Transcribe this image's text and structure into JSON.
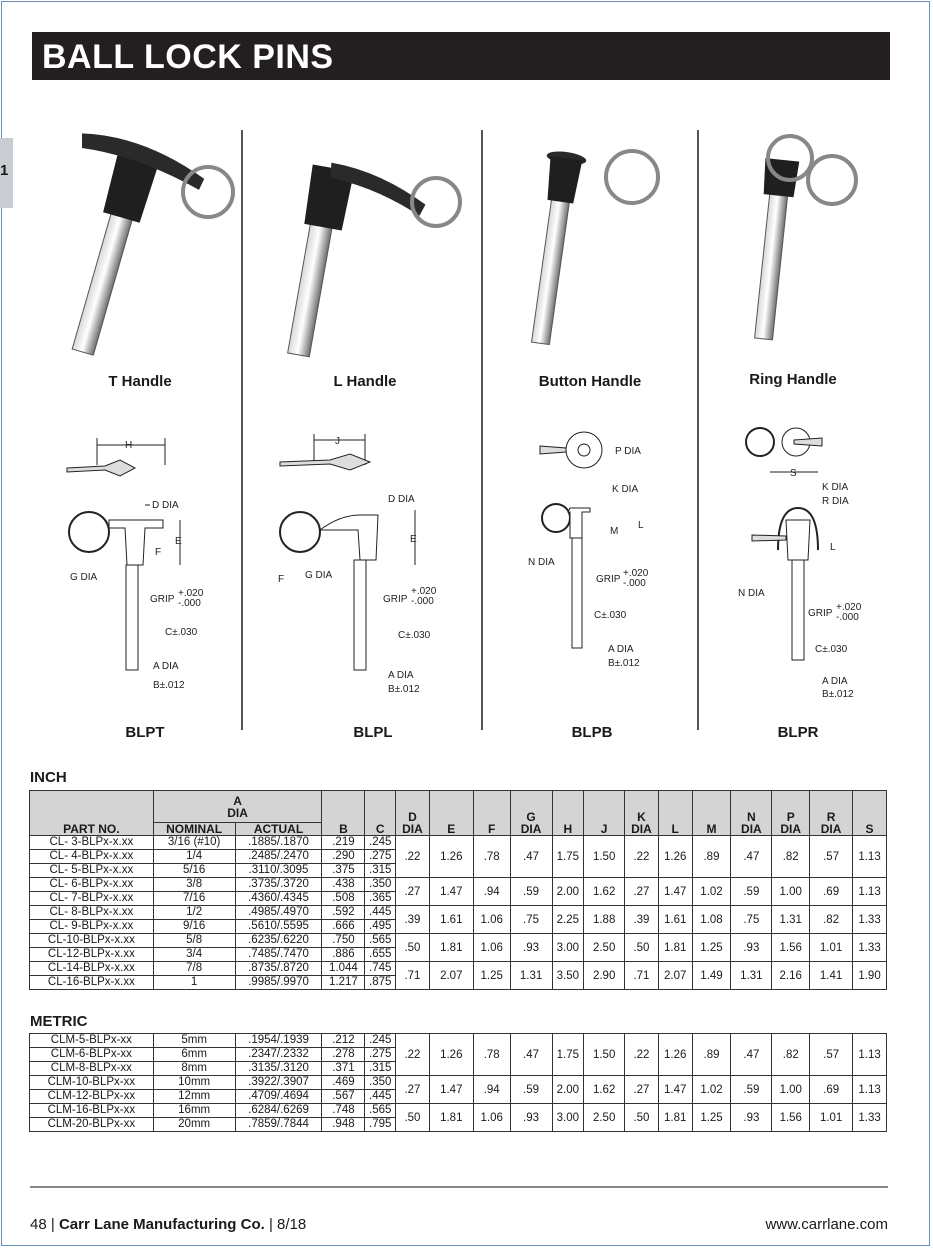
{
  "page_title": "BALL LOCK PINS",
  "side_tab": "1",
  "handles": [
    {
      "caption": "T Handle",
      "model": "BLPT"
    },
    {
      "caption": "L Handle",
      "model": "BLPL"
    },
    {
      "caption": "Button Handle",
      "model": "BLPB"
    },
    {
      "caption": "Ring Handle",
      "model": "BLPR"
    }
  ],
  "dim_labels": {
    "h": "H",
    "j": "J",
    "s": "S",
    "d_dia": "D DIA",
    "e": "E",
    "f": "F",
    "g_dia": "G DIA",
    "grip": "GRIP",
    "grip_tol_plus": "+.020",
    "grip_tol_minus": "-.000",
    "c_tol": "C±.030",
    "a_dia": "A DIA",
    "b_tol": "B±.012",
    "p_dia": "P DIA",
    "k_dia": "K DIA",
    "r_dia": "R DIA",
    "l": "L",
    "m": "M",
    "n_dia": "N DIA"
  },
  "inch": {
    "section_label": "INCH",
    "rows": [
      {
        "part": "CL- 3-BLPx-x.xx",
        "nominal": "3/16 (#10)",
        "actual": ".1885/.1870",
        "b": ".219",
        "c": ".245"
      },
      {
        "part": "CL- 4-BLPx-x.xx",
        "nominal": "1/4",
        "actual": ".2485/.2470",
        "b": ".290",
        "c": ".275"
      },
      {
        "part": "CL- 5-BLPx-x.xx",
        "nominal": "5/16",
        "actual": ".3110/.3095",
        "b": ".375",
        "c": ".315"
      },
      {
        "part": "CL- 6-BLPx-x.xx",
        "nominal": "3/8",
        "actual": ".3735/.3720",
        "b": ".438",
        "c": ".350"
      },
      {
        "part": "CL- 7-BLPx-x.xx",
        "nominal": "7/16",
        "actual": ".4360/.4345",
        "b": ".508",
        "c": ".365"
      },
      {
        "part": "CL- 8-BLPx-x.xx",
        "nominal": "1/2",
        "actual": ".4985/.4970",
        "b": ".592",
        "c": ".445"
      },
      {
        "part": "CL- 9-BLPx-x.xx",
        "nominal": "9/16",
        "actual": ".5610/.5595",
        "b": ".666",
        "c": ".495"
      },
      {
        "part": "CL-10-BLPx-x.xx",
        "nominal": "5/8",
        "actual": ".6235/.6220",
        "b": ".750",
        "c": ".565"
      },
      {
        "part": "CL-12-BLPx-x.xx",
        "nominal": "3/4",
        "actual": ".7485/.7470",
        "b": ".886",
        "c": ".655"
      },
      {
        "part": "CL-14-BLPx-x.xx",
        "nominal": "7/8",
        "actual": ".8735/.8720",
        "b": "1.044",
        "c": ".745"
      },
      {
        "part": "CL-16-BLPx-x.xx",
        "nominal": "1",
        "actual": ".9985/.9970",
        "b": "1.217",
        "c": ".875"
      }
    ],
    "groups": [
      {
        "d": ".22",
        "e": "1.26",
        "f": ".78",
        "g": ".47",
        "h": "1.75",
        "j": "1.50",
        "k": ".22",
        "l": "1.26",
        "m": ".89",
        "n": ".47",
        "p": ".82",
        "r": ".57",
        "s": "1.13"
      },
      {
        "d": ".27",
        "e": "1.47",
        "f": ".94",
        "g": ".59",
        "h": "2.00",
        "j": "1.62",
        "k": ".27",
        "l": "1.47",
        "m": "1.02",
        "n": ".59",
        "p": "1.00",
        "r": ".69",
        "s": "1.13"
      },
      {
        "d": ".39",
        "e": "1.61",
        "f": "1.06",
        "g": ".75",
        "h": "2.25",
        "j": "1.88",
        "k": ".39",
        "l": "1.61",
        "m": "1.08",
        "n": ".75",
        "p": "1.31",
        "r": ".82",
        "s": "1.33"
      },
      {
        "d": ".50",
        "e": "1.81",
        "f": "1.06",
        "g": ".93",
        "h": "3.00",
        "j": "2.50",
        "k": ".50",
        "l": "1.81",
        "m": "1.25",
        "n": ".93",
        "p": "1.56",
        "r": "1.01",
        "s": "1.33"
      },
      {
        "d": ".71",
        "e": "2.07",
        "f": "1.25",
        "g": "1.31",
        "h": "3.50",
        "j": "2.90",
        "k": ".71",
        "l": "2.07",
        "m": "1.49",
        "n": "1.31",
        "p": "2.16",
        "r": "1.41",
        "s": "1.90"
      }
    ]
  },
  "metric": {
    "section_label": "METRIC",
    "rows": [
      {
        "part": "CLM-5-BLPx-xx",
        "nominal": "5mm",
        "actual": ".1954/.1939",
        "b": ".212",
        "c": ".245"
      },
      {
        "part": "CLM-6-BLPx-xx",
        "nominal": "6mm",
        "actual": ".2347/.2332",
        "b": ".278",
        "c": ".275"
      },
      {
        "part": "CLM-8-BLPx-xx",
        "nominal": "8mm",
        "actual": ".3135/.3120",
        "b": ".371",
        "c": ".315"
      },
      {
        "part": "CLM-10-BLPx-xx",
        "nominal": "10mm",
        "actual": ".3922/.3907",
        "b": ".469",
        "c": ".350"
      },
      {
        "part": "CLM-12-BLPx-xx",
        "nominal": "12mm",
        "actual": ".4709/.4694",
        "b": ".567",
        "c": ".445"
      },
      {
        "part": "CLM-16-BLPx-xx",
        "nominal": "16mm",
        "actual": ".6284/.6269",
        "b": ".748",
        "c": ".565"
      },
      {
        "part": "CLM-20-BLPx-xx",
        "nominal": "20mm",
        "actual": ".7859/.7844",
        "b": ".948",
        "c": ".795"
      }
    ],
    "groups": [
      {
        "d": ".22",
        "e": "1.26",
        "f": ".78",
        "g": ".47",
        "h": "1.75",
        "j": "1.50",
        "k": ".22",
        "l": "1.26",
        "m": ".89",
        "n": ".47",
        "p": ".82",
        "r": ".57",
        "s": "1.13"
      },
      {
        "d": ".27",
        "e": "1.47",
        "f": ".94",
        "g": ".59",
        "h": "2.00",
        "j": "1.62",
        "k": ".27",
        "l": "1.47",
        "m": "1.02",
        "n": ".59",
        "p": "1.00",
        "r": ".69",
        "s": "1.13"
      },
      {
        "d": ".50",
        "e": "1.81",
        "f": "1.06",
        "g": ".93",
        "h": "3.00",
        "j": "2.50",
        "k": ".50",
        "l": "1.81",
        "m": "1.25",
        "n": ".93",
        "p": "1.56",
        "r": "1.01",
        "s": "1.33"
      }
    ]
  },
  "headers": {
    "part_no": "PART NO.",
    "a_line1": "A",
    "a_line2": "DIA",
    "nominal": "NOMINAL",
    "actual": "ACTUAL",
    "b": "B",
    "c": "C",
    "d_line1": "D",
    "d_line2": "DIA",
    "e": "E",
    "f": "F",
    "g_line1": "G",
    "g_line2": "DIA",
    "h": "H",
    "j": "J",
    "k_line1": "K",
    "k_line2": "DIA",
    "l": "L",
    "m": "M",
    "n_line1": "N",
    "n_line2": "DIA",
    "p_line1": "P",
    "p_line2": "DIA",
    "r_line1": "R",
    "r_line2": "DIA",
    "s": "S"
  },
  "footer": {
    "page_number": "48",
    "sep1": "|",
    "company": "Carr Lane Manufacturing Co.",
    "sep2": "|",
    "date": "8/18",
    "website": "www.carrlane.com"
  }
}
